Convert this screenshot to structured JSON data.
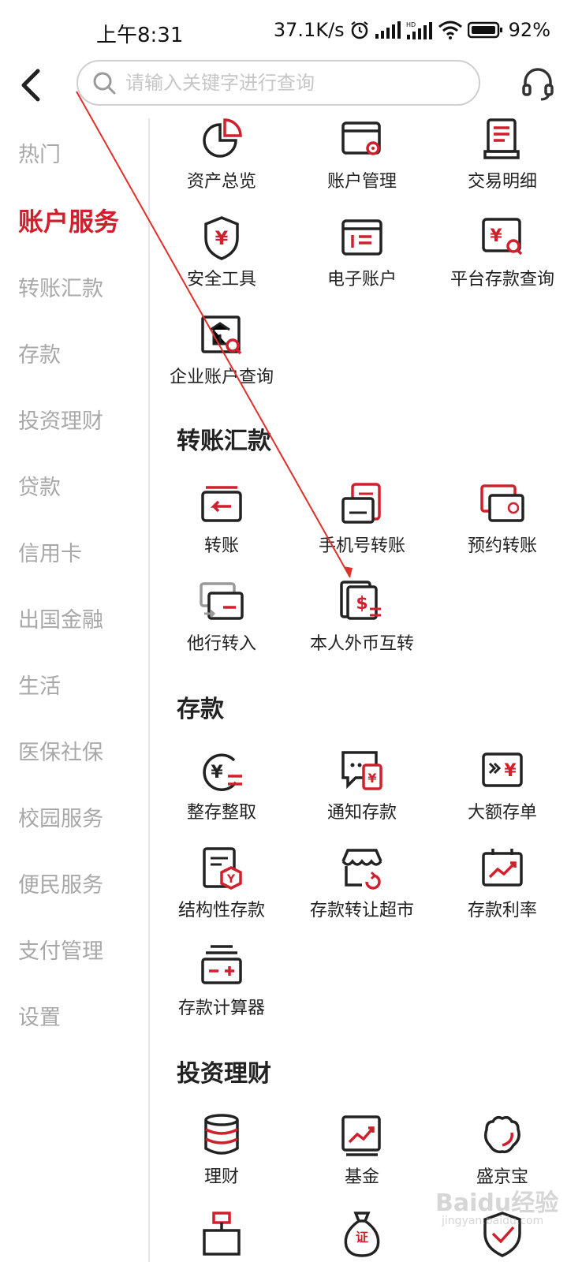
{
  "status_bar": {
    "time": "上午8:31",
    "speed": "37.1K/s",
    "battery": "92%"
  },
  "search": {
    "placeholder": "请输入关键字进行查询"
  },
  "sidebar": {
    "items": [
      {
        "label": "热门"
      },
      {
        "label": "账户服务"
      },
      {
        "label": "转账汇款"
      },
      {
        "label": "存款"
      },
      {
        "label": "投资理财"
      },
      {
        "label": "贷款"
      },
      {
        "label": "信用卡"
      },
      {
        "label": "出国金融"
      },
      {
        "label": "生活"
      },
      {
        "label": "医保社保"
      },
      {
        "label": "校园服务"
      },
      {
        "label": "便民服务"
      },
      {
        "label": "支付管理"
      },
      {
        "label": "设置"
      }
    ],
    "active_index": 1
  },
  "sections": {
    "account": {
      "items": [
        {
          "label": "资产总览",
          "icon": "pie-chart-icon"
        },
        {
          "label": "账户管理",
          "icon": "card-gear-icon"
        },
        {
          "label": "交易明细",
          "icon": "receipt-icon"
        },
        {
          "label": "安全工具",
          "icon": "shield-yuan-icon"
        },
        {
          "label": "电子账户",
          "icon": "e-account-icon"
        },
        {
          "label": "平台存款查询",
          "icon": "yuan-search-icon"
        },
        {
          "label": "企业账户查询",
          "icon": "enterprise-search-icon"
        }
      ]
    },
    "transfer": {
      "title": "转账汇款",
      "items": [
        {
          "label": "转账",
          "icon": "transfer-icon"
        },
        {
          "label": "手机号转账",
          "icon": "phone-transfer-icon"
        },
        {
          "label": "预约转账",
          "icon": "scheduled-transfer-icon"
        },
        {
          "label": "他行转入",
          "icon": "other-bank-icon"
        },
        {
          "label": "本人外币互转",
          "icon": "fx-transfer-icon"
        }
      ]
    },
    "deposit": {
      "title": "存款",
      "items": [
        {
          "label": "整存整取",
          "icon": "fixed-deposit-icon"
        },
        {
          "label": "通知存款",
          "icon": "notice-deposit-icon"
        },
        {
          "label": "大额存单",
          "icon": "large-cd-icon"
        },
        {
          "label": "结构性存款",
          "icon": "structured-deposit-icon"
        },
        {
          "label": "存款转让超市",
          "icon": "deposit-market-icon"
        },
        {
          "label": "存款利率",
          "icon": "rate-chart-icon"
        },
        {
          "label": "存款计算器",
          "icon": "calculator-icon"
        }
      ]
    },
    "invest": {
      "title": "投资理财",
      "items": [
        {
          "label": "理财",
          "icon": "coins-stack-icon"
        },
        {
          "label": "基金",
          "icon": "fund-chart-icon"
        },
        {
          "label": "盛京宝",
          "icon": "treasure-icon"
        }
      ]
    }
  },
  "colors": {
    "accent": "#d0202d",
    "text": "#222222",
    "muted": "#a8a8a8"
  },
  "watermark": {
    "text": "Baidu经验",
    "sub": "jingyan.baidu.com"
  }
}
